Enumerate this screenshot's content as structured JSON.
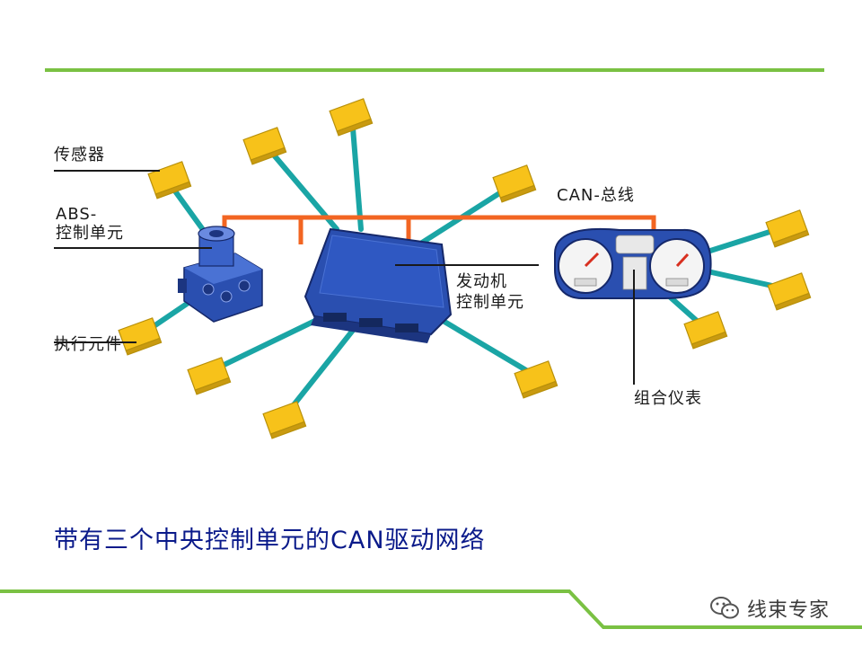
{
  "labels": {
    "sensor": "传感器",
    "abs_line1": "ABS-",
    "abs_line2": "控制单元",
    "actuator": "执行元件",
    "ecu_line1": "发动机",
    "ecu_line2": "控制单元",
    "can_bus": "CAN-总线",
    "instrument_cluster": "组合仪表"
  },
  "caption": "带有三个中央控制单元的CAN驱动网络",
  "watermark": {
    "text": "线束专家",
    "icon": "wechat-icon"
  },
  "colors": {
    "accent_green": "#7ac143",
    "can_bus": "#f26522",
    "stub_wire": "#1aa5a5",
    "node": "#f7c21a",
    "module_blue": "#2a4fb0",
    "caption_text": "#0a1a8a"
  }
}
